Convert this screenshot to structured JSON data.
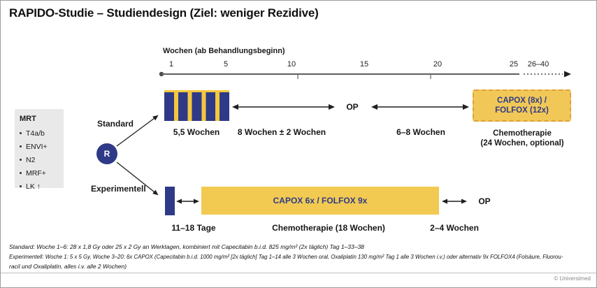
{
  "title": "RAPIDO-Studie – Studiendesign (Ziel: weniger Rezidive)",
  "timeline": {
    "label": "Wochen (ab Behandlungsbeginn)",
    "ticks": [
      "1",
      "5",
      "10",
      "15",
      "20",
      "25",
      "26–40"
    ]
  },
  "mrt_panel": {
    "heading": "MRT",
    "items": [
      "T4a/b",
      "ENVI+",
      "N2",
      "MRF+",
      "LK ↑"
    ]
  },
  "randomization": {
    "label": "R"
  },
  "arms": {
    "standard": {
      "label": "Standard",
      "rt_duration": "5,5 Wochen",
      "interval1": "8 Wochen ± 2 Wochen",
      "op": "OP",
      "interval2": "6–8 Wochen",
      "chemo_box_line1": "CAPOX (8x) /",
      "chemo_box_line2": "FOLFOX (12x)",
      "chemo_caption_line1": "Chemotherapie",
      "chemo_caption_line2": "(24 Wochen, optional)"
    },
    "experimental": {
      "label": "Experimentell",
      "rt_duration": "11–18 Tage",
      "chemo_box": "CAPOX 6x / FOLFOX 9x",
      "chemo_caption": "Chemotherapie (18 Wochen)",
      "interval": "2–4 Wochen",
      "op": "OP"
    }
  },
  "footnotes": {
    "line1": "Standard: Woche 1–6: 28 x 1,8 Gy oder 25 x 2 Gy an Werktagen, kombiniert mit Capecitabin b.i.d. 825 mg/m² (2x täglich) Tag 1–33–38",
    "line2": "Experimentell: Woche 1: 5 x 5 Gy, Woche 3–20: 6x CAPOX (Capecitabin b.i.d. 1000 mg/m² [2x täglich] Tag 1–14 alle 3 Wochen oral, Oxaliplatin 130 mg/m² Tag 1 alle 3 Wochen i.v.) oder alternativ 9x FOLFOX4 (Folsäure, Fluorou-",
    "line3": "racil und Oxaliplatin, alles i.v. alle 2 Wochen)"
  },
  "credit": "© Universimed",
  "colors": {
    "navy": "#2e3a87",
    "stripe_yellow": "#f3c73e",
    "box_yellow": "#f2ca52",
    "dashed_box_fill": "#f1c857",
    "dashed_box_border": "#e0a03c",
    "panel_gray": "#e9e9e9"
  }
}
